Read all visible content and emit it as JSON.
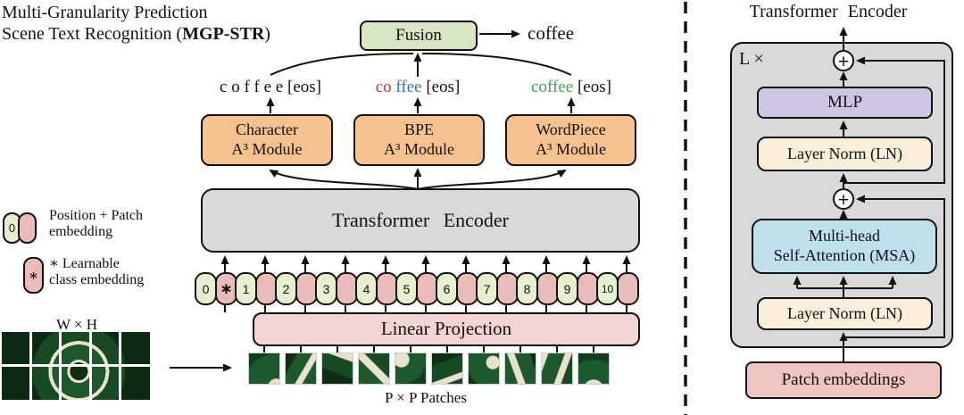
{
  "figure": {
    "title_line1": "Multi-Granularity Prediction",
    "title_line2": {
      "prefix": "Scene Text Recognition (",
      "bold": "MGP-STR",
      "suffix": ")"
    },
    "fusion": {
      "label": "Fusion",
      "output": "coffee"
    },
    "predictions": {
      "character": {
        "text": "c o f f e e",
        "eos": " [eos]"
      },
      "bpe": {
        "part1": "co",
        "part2": " ffee",
        "eos": " [eos]"
      },
      "wordpiece": {
        "text": "coffee",
        "eos": " [eos]"
      }
    },
    "modules": {
      "character": {
        "line1": "Character",
        "line2": "A³ Module"
      },
      "bpe": {
        "line1": "BPE",
        "line2": "A³ Module"
      },
      "wordpiece": {
        "line1": "WordPiece",
        "line2": "A³ Module"
      }
    },
    "encoder_label": "Transformer Encoder",
    "tokens": {
      "position_labels": [
        "0",
        "1",
        "2",
        "3",
        "4",
        "5",
        "6",
        "7",
        "8",
        "9",
        "10"
      ],
      "class_token": "∗",
      "pair_count": 11
    },
    "linear_projection_label": "Linear Projection",
    "patches_caption": "P × P Patches",
    "input_image_label": "W × H",
    "patch_count": 10,
    "legend": {
      "item1": {
        "line1": "Position + Patch",
        "line2": "embedding"
      },
      "item2": {
        "line1": "∗ Learnable",
        "line2": "class embedding"
      }
    },
    "encoder_detail": {
      "title": "Transformer Encoder",
      "loop_label": "L ×",
      "plus": "+",
      "mlp": "MLP",
      "layer_norm_top": "Layer Norm (LN)",
      "msa_line1": "Multi-head",
      "msa_line2": "Self-Attention (MSA)",
      "layer_norm_bottom": "Layer Norm (LN)",
      "patch_embeddings": "Patch embeddings"
    },
    "colors": {
      "fusion_green": "#D9E6C4",
      "module_orange": "#F5C28F",
      "encoder_gray": "#D9D9D9",
      "token_green": "#E6F0CE",
      "token_pink": "#E9BCBA",
      "linear_projection_pink": "#F2D4D2",
      "patch_embeddings_pink": "#EFC5C1",
      "mlp_purple": "#CDC5E1",
      "layer_norm_cream": "#FBEEDA",
      "msa_blue": "#BEE0EB",
      "bpe_red": "#C13B32",
      "bpe_blue": "#3D6CC8",
      "wordpiece_green": "#44A344"
    }
  }
}
